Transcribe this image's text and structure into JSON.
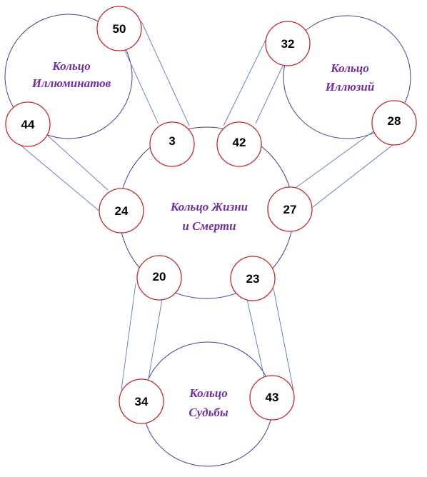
{
  "rings": {
    "illuminati": {
      "line1": "Кольцо",
      "line2": "Иллюминатов"
    },
    "illusions": {
      "line1": "Кольцо",
      "line2": "Иллюзий"
    },
    "life_death": {
      "line1": "Кольцо Жизни",
      "line2": "и Смерти"
    },
    "fate": {
      "line1": "Кольцо",
      "line2": "Судьбы"
    }
  },
  "nodes": {
    "n50": "50",
    "n44": "44",
    "n3": "3",
    "n42": "42",
    "n32": "32",
    "n28": "28",
    "n24": "24",
    "n27": "27",
    "n20": "20",
    "n23": "23",
    "n34": "34",
    "n43": "43"
  },
  "colors": {
    "ring_stroke": "#4b3d8f",
    "node_stroke": "#c0282d",
    "connector": "#5a7ab8",
    "label_text": "#7030a0"
  }
}
